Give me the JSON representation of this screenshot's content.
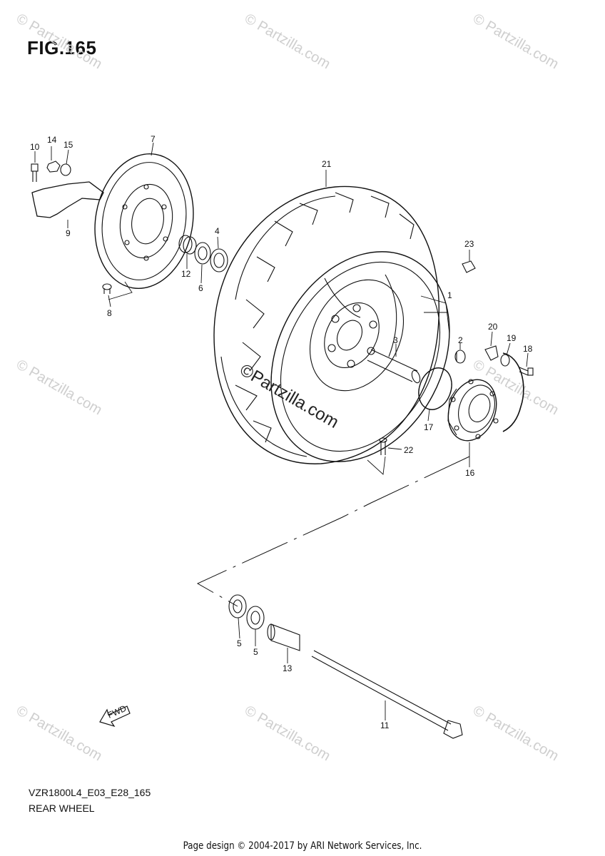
{
  "figure": {
    "title": "FIG.165"
  },
  "watermarks": {
    "text": "© Partzilla.com",
    "center_text": "©Partzilla.com"
  },
  "callouts": [
    {
      "id": "c1",
      "label": "1"
    },
    {
      "id": "c2",
      "label": "2"
    },
    {
      "id": "c3",
      "label": "3"
    },
    {
      "id": "c4",
      "label": "4"
    },
    {
      "id": "c5a",
      "label": "5"
    },
    {
      "id": "c5b",
      "label": "5"
    },
    {
      "id": "c6",
      "label": "6"
    },
    {
      "id": "c7",
      "label": "7"
    },
    {
      "id": "c8",
      "label": "8"
    },
    {
      "id": "c9",
      "label": "9"
    },
    {
      "id": "c10",
      "label": "10"
    },
    {
      "id": "c11",
      "label": "11"
    },
    {
      "id": "c12",
      "label": "12"
    },
    {
      "id": "c13",
      "label": "13"
    },
    {
      "id": "c14",
      "label": "14"
    },
    {
      "id": "c15",
      "label": "15"
    },
    {
      "id": "c16",
      "label": "16"
    },
    {
      "id": "c17",
      "label": "17"
    },
    {
      "id": "c18",
      "label": "18"
    },
    {
      "id": "c19",
      "label": "19"
    },
    {
      "id": "c20",
      "label": "20"
    },
    {
      "id": "c21",
      "label": "21"
    },
    {
      "id": "c22",
      "label": "22"
    },
    {
      "id": "c23",
      "label": "23"
    }
  ],
  "fwd_label": "FWD",
  "footer": {
    "model_code": "VZR1800L4_E03_E28_165",
    "section_name": "REAR WHEEL",
    "credit": "Page design © 2004-2017 by ARI Network Services, Inc."
  }
}
